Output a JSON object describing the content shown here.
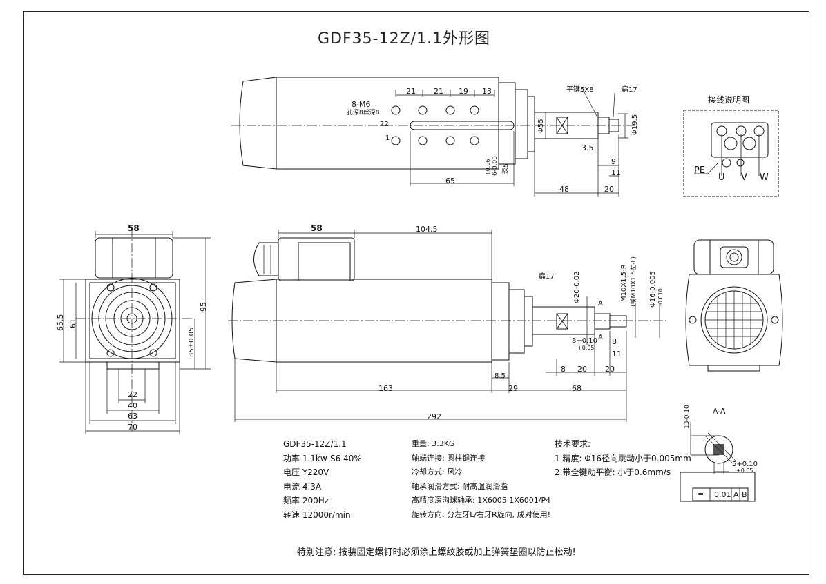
{
  "title": "GDF35-12Z/1.1外形图",
  "wiring_title": "接线说明图",
  "wiring_labels": {
    "pe": "PE",
    "u": "U",
    "v": "V",
    "w": "W"
  },
  "section_label": "A-A",
  "top_view": {
    "hole_callout": "8-M6",
    "hole_depth": "孔深8丝深8",
    "pitch": [
      "21",
      "21",
      "19",
      "13"
    ],
    "d22": "22",
    "d1": "1",
    "keyway_len": "65",
    "key_width": "6-0.03",
    "key_depth": "深5",
    "key_tol": "+0.06",
    "shaft_dia": "Φ55",
    "key_label": "平键5X8",
    "flat_label": "扁17",
    "dia_19": "Φ19.5",
    "d35": "3.5",
    "d9": "9",
    "d11": "11",
    "d48": "48",
    "d20": "20"
  },
  "end_view": {
    "d58": "58",
    "d655": "65.5",
    "d61": "61",
    "d95": "95",
    "d35": "35±0.05",
    "d22": "22",
    "d40": "40",
    "d63": "63",
    "d70": "70"
  },
  "side_view": {
    "d58": "58",
    "d1045": "104.5",
    "flat_label": "扁17",
    "dia_20": "Φ20-0.02",
    "thread": "M10X1.5-R",
    "thread2": "(或M10X1.5左-L)",
    "dia_16": "Φ16-0.005",
    "dia_16_tol": "-0.010",
    "mark_a": "A",
    "d8_tol": "8+0.10",
    "d8_tol2": "+0.05",
    "d8": "8",
    "d11": "11",
    "d8b": "8",
    "d20a": "20",
    "d20b": "20",
    "d85": "8.5",
    "d163": "163",
    "d29": "29",
    "d68": "68",
    "d292": "292"
  },
  "section": {
    "d13": "13-0.10",
    "d5": "5+0.10",
    "d5b": "+0.05",
    "tol_sym": "=",
    "tol_val": "0.01",
    "ref_a": "A",
    "ref_b": "B"
  },
  "specs": {
    "col1": [
      "GDF35-12Z/1.1",
      "功率 1.1kw-S6 40%",
      "电压 Y220V",
      "电流 4.3A",
      "频率 200Hz",
      "转速 12000r/min"
    ],
    "col2": [
      "重量: 3.3KG",
      "轴端连接: 圆柱键连接",
      "冷却方式: 风冷",
      "轴承润滑方式: 耐高温润滑脂",
      "高精度深沟球轴承: 1X6005 1X6001/P4",
      "旋转方向: 分左牙L/右牙R旋向, 成对使用!"
    ],
    "col3": [
      "技术要求:",
      "1.精度: Φ16径向跳动小于0.005mm",
      "2.带全键动平衡: 小于0.6mm/s"
    ]
  },
  "note": "特别注意: 按装固定螺钉时必须涂上螺纹胶或加上弹簧垫圈以防止松动!"
}
